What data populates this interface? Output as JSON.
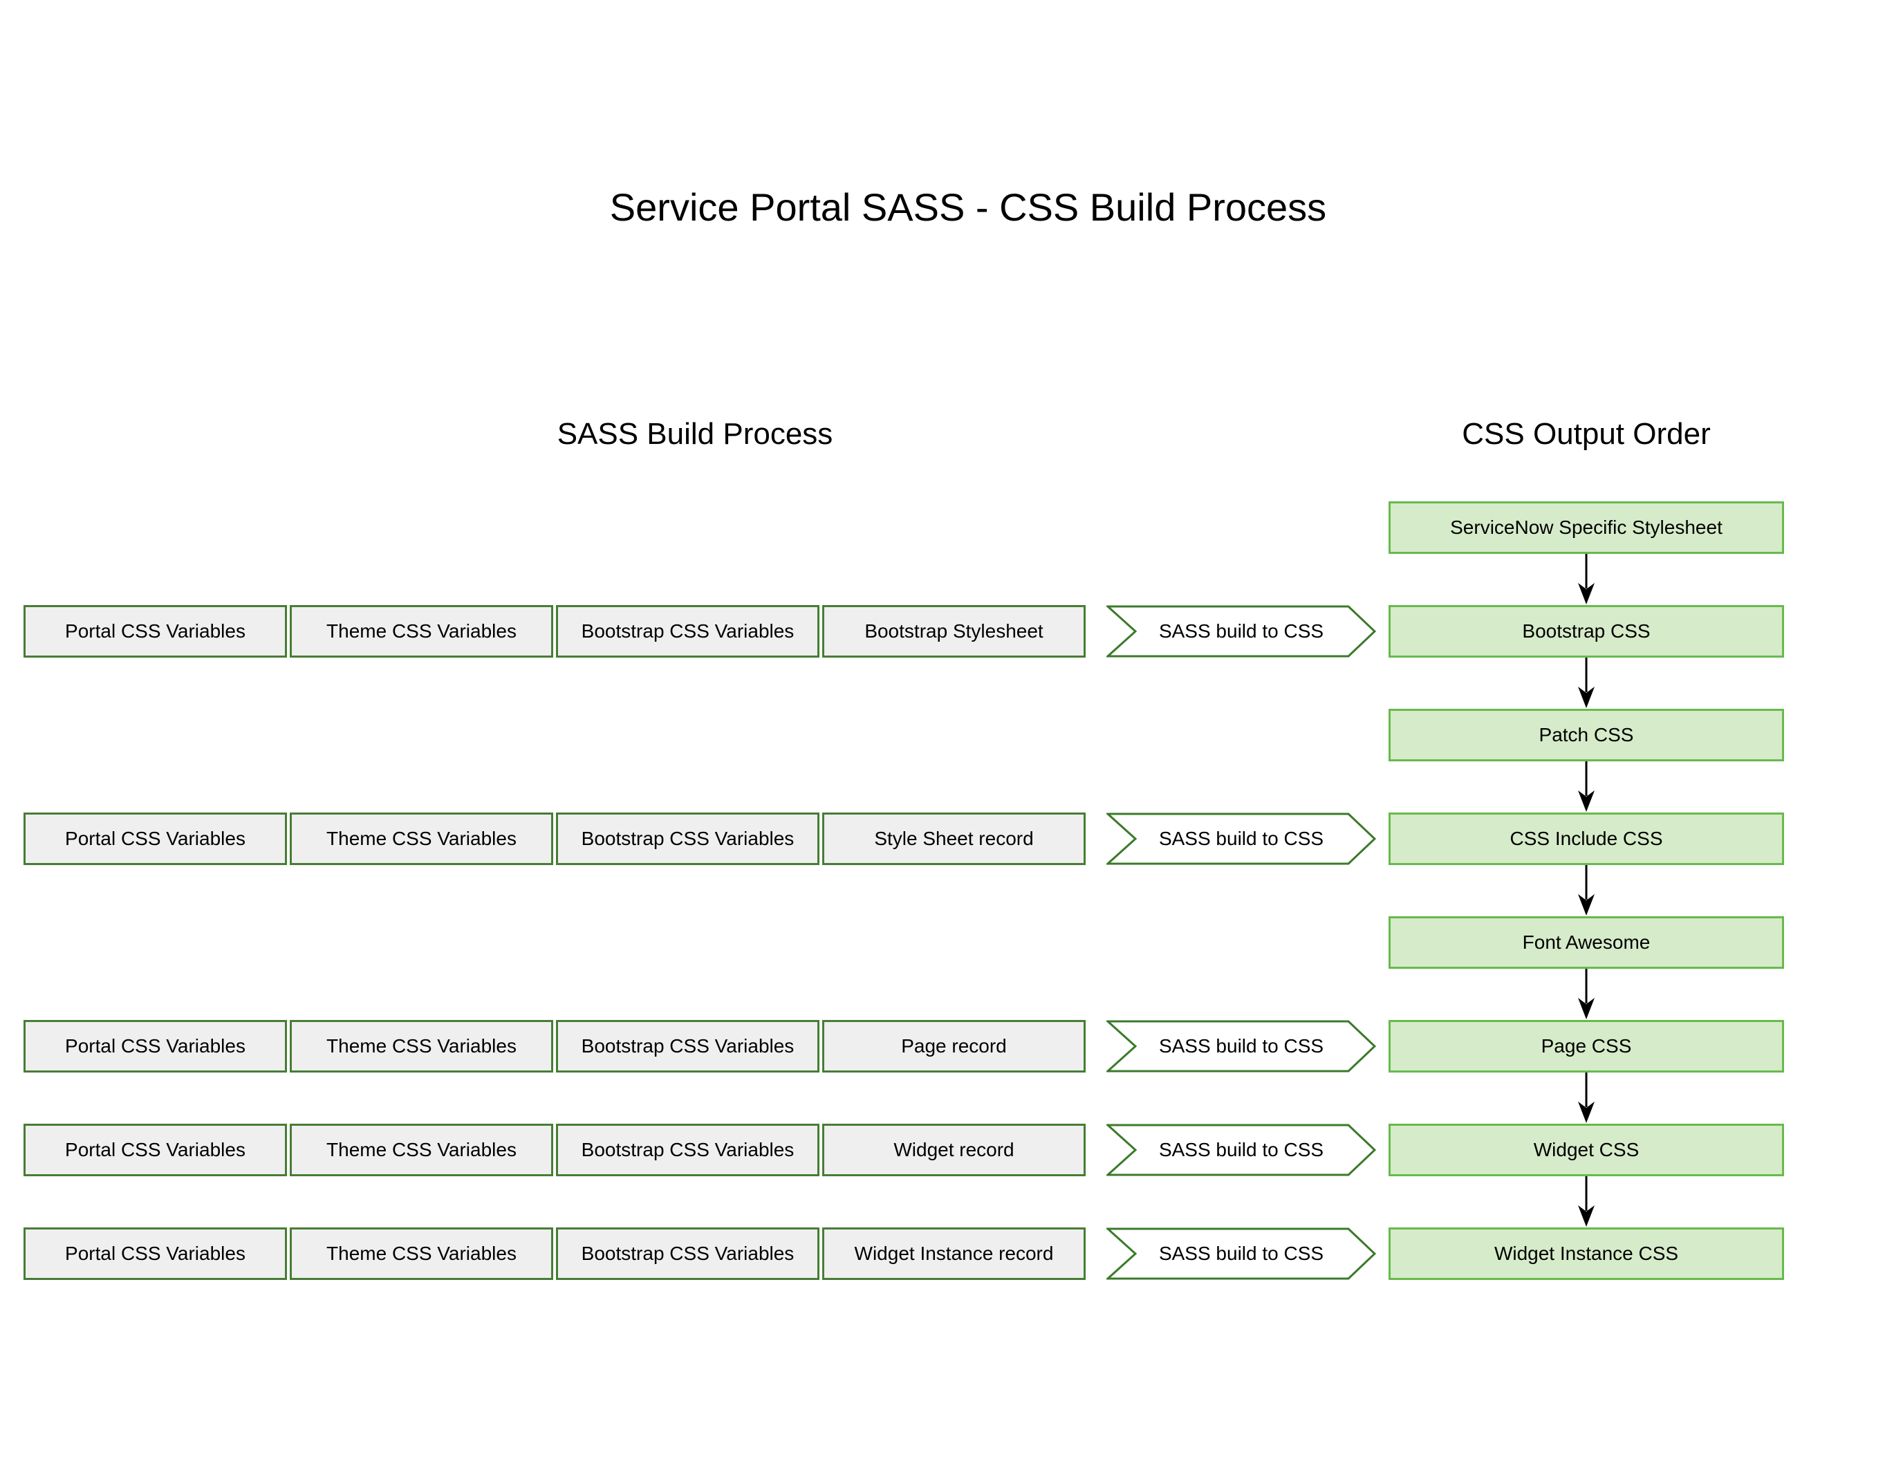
{
  "title": "Service Portal SASS - CSS Build Process",
  "left_section": {
    "heading": "SASS Build Process"
  },
  "right_section": {
    "heading": "CSS Output Order"
  },
  "rows": [
    {
      "cells": [
        "Portal CSS Variables",
        "Theme CSS Variables",
        "Bootstrap CSS Variables",
        "Bootstrap Stylesheet"
      ],
      "process": "SASS build to CSS"
    },
    {
      "cells": [
        "Portal CSS Variables",
        "Theme CSS Variables",
        "Bootstrap CSS Variables",
        "Style Sheet record"
      ],
      "process": "SASS build to CSS"
    },
    {
      "cells": [
        "Portal CSS Variables",
        "Theme CSS Variables",
        "Bootstrap CSS Variables",
        "Page record"
      ],
      "process": "SASS build to CSS"
    },
    {
      "cells": [
        "Portal CSS Variables",
        "Theme CSS Variables",
        "Bootstrap CSS Variables",
        "Widget record"
      ],
      "process": "SASS build to CSS"
    },
    {
      "cells": [
        "Portal CSS Variables",
        "Theme CSS Variables",
        "Bootstrap CSS Variables",
        "Widget Instance record"
      ],
      "process": "SASS build to CSS"
    }
  ],
  "output_order": [
    "ServiceNow Specific Stylesheet",
    "Bootstrap CSS",
    "Patch CSS",
    "CSS Include CSS",
    "Font Awesome",
    "Page CSS",
    "Widget CSS",
    "Widget Instance CSS"
  ],
  "colors": {
    "output_box_fill": "#d6ebc9",
    "output_box_border": "#67ba4d",
    "input_box_fill": "#efefef",
    "input_box_border": "#477d35",
    "chevron_border": "#3b7a2a",
    "chevron_fill": "#ffffff",
    "arrow": "#000000",
    "text": "#000000"
  }
}
